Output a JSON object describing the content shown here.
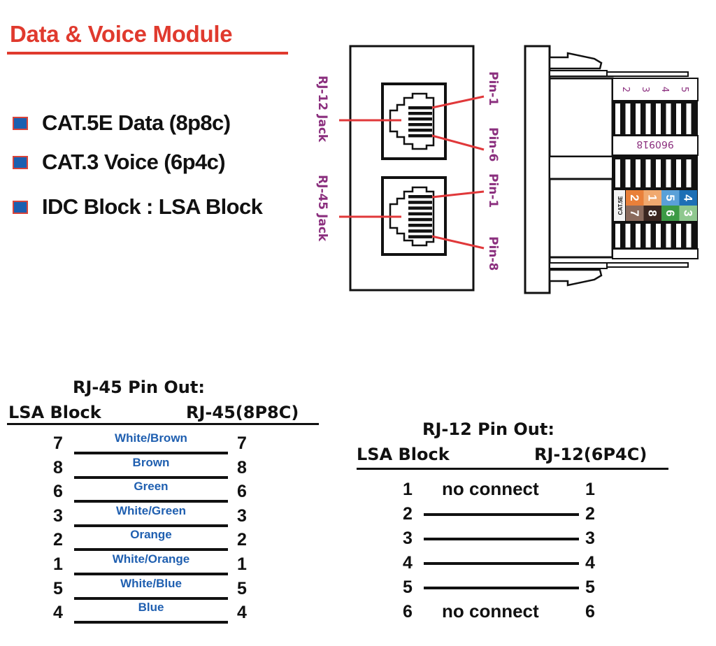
{
  "title": "Data & Voice Module",
  "features": [
    "CAT.5E Data (8p8c)",
    "CAT.3 Voice (6p4c)",
    "IDC Block : LSA Block"
  ],
  "colors": {
    "title_red": "#e03a2e",
    "callout_purple": "#8b2f7e",
    "leader_red": "#e0383a",
    "wire_label_blue": "#1f5fb0",
    "bullet_blue": "#1b5fb0"
  },
  "front_view": {
    "left_labels": [
      "RJ-12 Jack",
      "RJ-45 Jack"
    ],
    "right_labels": [
      "Pin-1",
      "Pin-6",
      "Pin-1",
      "Pin-8"
    ]
  },
  "side_view": {
    "top_numbers": [
      "2",
      "3",
      "4",
      "5"
    ],
    "part_number": "960918",
    "color_block": {
      "cat_label": "CAT.5E",
      "top_row": [
        {
          "num": "2",
          "color": "#e9803a"
        },
        {
          "num": "1",
          "color": "#f0a96f"
        },
        {
          "num": "5",
          "color": "#5aa0d8"
        },
        {
          "num": "4",
          "color": "#1d6fb5"
        }
      ],
      "bottom_row": [
        {
          "num": "7",
          "color": "#8a6a5c"
        },
        {
          "num": "8",
          "color": "#3a2620"
        },
        {
          "num": "6",
          "color": "#3c9a45"
        },
        {
          "num": "3",
          "color": "#8fc88f"
        }
      ]
    }
  },
  "rj45_pinout": {
    "title": "RJ-45 Pin Out:",
    "left_header": "LSA Block",
    "right_header": "RJ-45(8P8C)",
    "rows": [
      {
        "lsa": "7",
        "wire": "White/Brown",
        "rj": "7"
      },
      {
        "lsa": "8",
        "wire": "Brown",
        "rj": "8"
      },
      {
        "lsa": "6",
        "wire": "Green",
        "rj": "6"
      },
      {
        "lsa": "3",
        "wire": "White/Green",
        "rj": "3"
      },
      {
        "lsa": "2",
        "wire": "Orange",
        "rj": "2"
      },
      {
        "lsa": "1",
        "wire": "White/Orange",
        "rj": "1"
      },
      {
        "lsa": "5",
        "wire": "White/Blue",
        "rj": "5"
      },
      {
        "lsa": "4",
        "wire": "Blue",
        "rj": "4"
      }
    ]
  },
  "rj12_pinout": {
    "title": "RJ-12 Pin Out:",
    "left_header": "LSA Block",
    "right_header": "RJ-12(6P4C)",
    "rows": [
      {
        "lsa": "1",
        "connection": "no connect",
        "rj": "1"
      },
      {
        "lsa": "2",
        "connection": "",
        "rj": "2"
      },
      {
        "lsa": "3",
        "connection": "",
        "rj": "3"
      },
      {
        "lsa": "4",
        "connection": "",
        "rj": "4"
      },
      {
        "lsa": "5",
        "connection": "",
        "rj": "5"
      },
      {
        "lsa": "6",
        "connection": "no connect",
        "rj": "6"
      }
    ]
  }
}
